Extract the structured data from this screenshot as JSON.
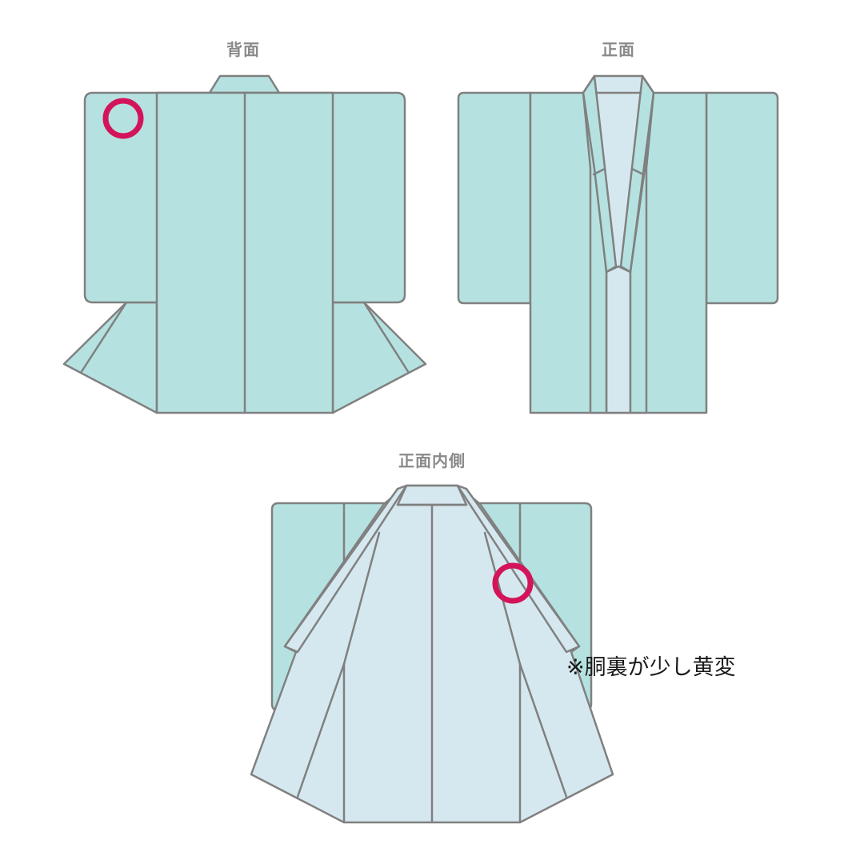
{
  "views": {
    "back": {
      "label": "背面"
    },
    "front": {
      "label": "正面"
    },
    "front_inside": {
      "label": "正面内側"
    }
  },
  "note": {
    "text": "※胴裏が少し黄変"
  },
  "colors": {
    "outer_fabric": "#b5e2e0",
    "lining": "#d6e8ef",
    "outline": "#808080",
    "damage_marker": "#d4145a",
    "label_text": "#8a8a8a"
  },
  "markers": [
    {
      "view": "back",
      "location": "left sleeve upper area",
      "shape": "circle"
    },
    {
      "view": "front_inside",
      "location": "right lining near collar",
      "shape": "circle"
    }
  ]
}
